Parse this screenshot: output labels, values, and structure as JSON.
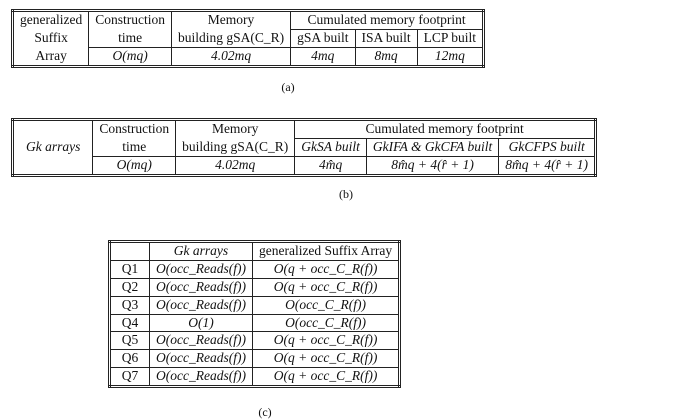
{
  "table_a": {
    "caption": "(a)",
    "head_col1": [
      "generalized",
      "Suffix",
      "Array"
    ],
    "construction": [
      "Construction",
      "time"
    ],
    "memory": [
      "Memory",
      "building gSA(C_R)"
    ],
    "cumulated": "Cumulated memory footprint",
    "sub": [
      "gSA built",
      "ISA built",
      "LCP built"
    ],
    "values": [
      "O(mq)",
      "4.02mq",
      "4mq",
      "8mq",
      "12mq"
    ]
  },
  "table_b": {
    "caption": "(b)",
    "head_col1": "Gk arrays",
    "construction": [
      "Construction",
      "time"
    ],
    "memory": [
      "Memory",
      "building gSA(C_R)"
    ],
    "cumulated": "Cumulated memory footprint",
    "sub": [
      "GkSA built",
      "GkIFA & GkCFA built",
      "GkCFPS built"
    ],
    "values": [
      "O(mq)",
      "4.02mq",
      "4m̂q",
      "8m̂q + 4(r̂ + 1)",
      "8m̂q + 4(r̂ + 1)"
    ]
  },
  "table_c": {
    "caption": "(c)",
    "headers": [
      "",
      "Gk arrays",
      "generalized Suffix Array"
    ],
    "rows": [
      [
        "Q1",
        "O(occ_Reads(f))",
        "O(q + occ_C_R(f))"
      ],
      [
        "Q2",
        "O(occ_Reads(f))",
        "O(q + occ_C_R(f))"
      ],
      [
        "Q3",
        "O(occ_Reads(f))",
        "O(occ_C_R(f))"
      ],
      [
        "Q4",
        "O(1)",
        "O(occ_C_R(f))"
      ],
      [
        "Q5",
        "O(occ_Reads(f))",
        "O(q + occ_C_R(f))"
      ],
      [
        "Q6",
        "O(occ_Reads(f))",
        "O(q + occ_C_R(f))"
      ],
      [
        "Q7",
        "O(occ_Reads(f))",
        "O(q + occ_C_R(f))"
      ]
    ]
  }
}
